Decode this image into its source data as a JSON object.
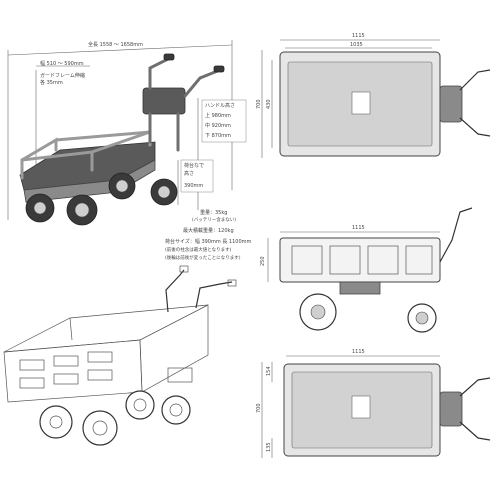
{
  "photo": {
    "total_length": "全長 1558 〜 1658mm",
    "width": "幅 510 〜 590mm",
    "guard_frame": "ガードフレーム伸縮",
    "guard_step": "各 35mm",
    "handle_height_title": "ハンドル高さ",
    "handle_high": "上 980mm",
    "handle_mid": "中 920mm",
    "handle_low": "下 870mm",
    "deck_height_title": "荷台なで",
    "deck_height_sub": "高さ",
    "deck_height": "390mm",
    "weight": "重量：35kg",
    "battery_note": "(バッテリー含まない)",
    "max_load": "最大積載重量：120kg"
  },
  "spec_note": {
    "line1": "荷台サイズ：幅 390mm 長 1100mm",
    "line2": "(前後の柱含は最大値となります)",
    "line3": "(後輪は前後が変ったことになります)"
  },
  "top_view": {
    "outer_length": "1115",
    "inner_length": "1035",
    "side_outer": "700",
    "side_inner": "430"
  },
  "side_view": {
    "length": "1115",
    "height": "250"
  },
  "bottom_view": {
    "length": "1115",
    "side_total": "700",
    "side_top": "154",
    "side_bottom": "135"
  }
}
